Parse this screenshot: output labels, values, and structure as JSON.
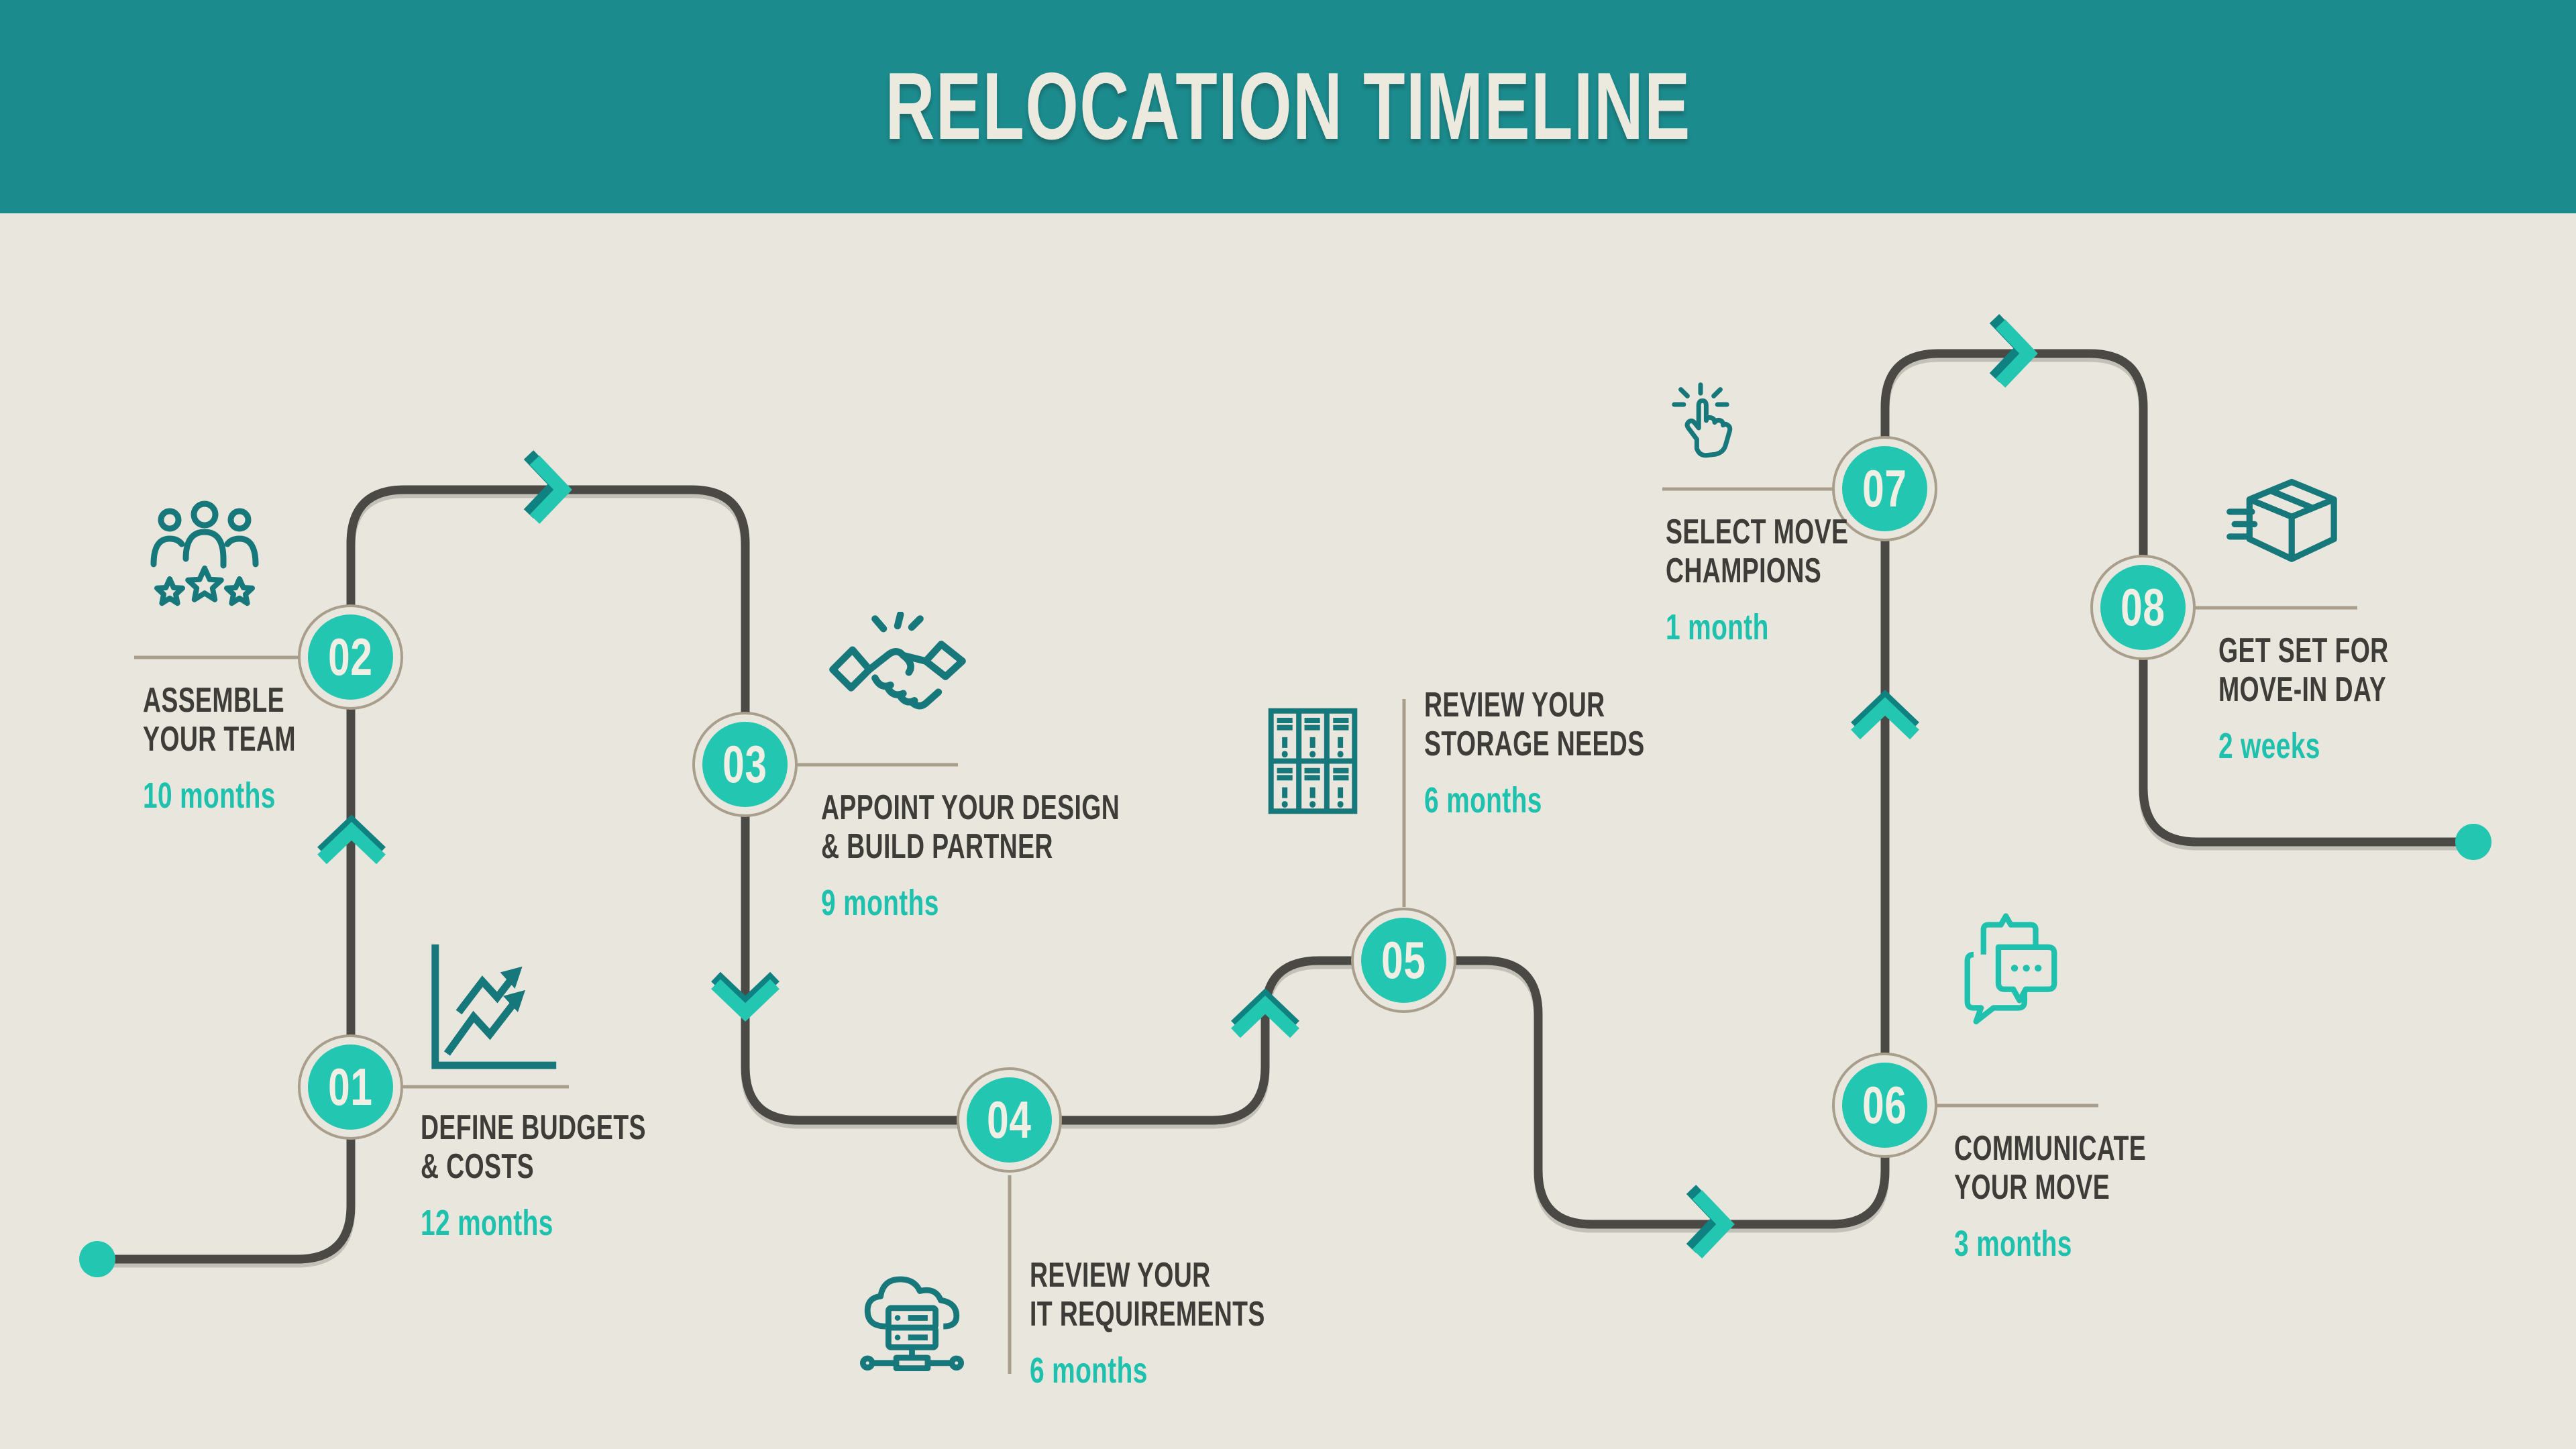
{
  "banner": {
    "title": "RELOCATION TIMELINE"
  },
  "colors": {
    "background": "#e9e7dd",
    "banner_teal": "#1b8b8d",
    "path_gray": "#4a4946",
    "accent_teal": "#23c6b1",
    "accent_teal_dark": "#0f8181",
    "icon_teal": "#17787c",
    "ring_tan": "#a89e8b",
    "step_title_text": "#3d3c38",
    "number_text": "#f1eee4"
  },
  "steps": [
    {
      "number": "01",
      "title_lines": [
        "DEFINE BUDGETS",
        "& COSTS"
      ],
      "duration": "12 months",
      "icon": "chart-icon"
    },
    {
      "number": "02",
      "title_lines": [
        "ASSEMBLE",
        "YOUR TEAM"
      ],
      "duration": "10 months",
      "icon": "team-icon"
    },
    {
      "number": "03",
      "title_lines": [
        "APPOINT YOUR DESIGN",
        "& BUILD PARTNER"
      ],
      "duration": "9 months",
      "icon": "handshake-icon"
    },
    {
      "number": "04",
      "title_lines": [
        "REVIEW YOUR",
        "IT REQUIREMENTS"
      ],
      "duration": "6 months",
      "icon": "cloud-server-icon"
    },
    {
      "number": "05",
      "title_lines": [
        "REVIEW YOUR",
        "STORAGE NEEDS"
      ],
      "duration": "6 months",
      "icon": "storage-lockers-icon"
    },
    {
      "number": "06",
      "title_lines": [
        "COMMUNICATE",
        "YOUR MOVE"
      ],
      "duration": "3 months",
      "icon": "chat-bubbles-icon"
    },
    {
      "number": "07",
      "title_lines": [
        "SELECT MOVE",
        "CHAMPIONS"
      ],
      "duration": "1 month",
      "icon": "click-hand-icon"
    },
    {
      "number": "08",
      "title_lines": [
        "GET SET FOR",
        "MOVE-IN DAY"
      ],
      "duration": "2 weeks",
      "icon": "moving-box-icon"
    }
  ]
}
